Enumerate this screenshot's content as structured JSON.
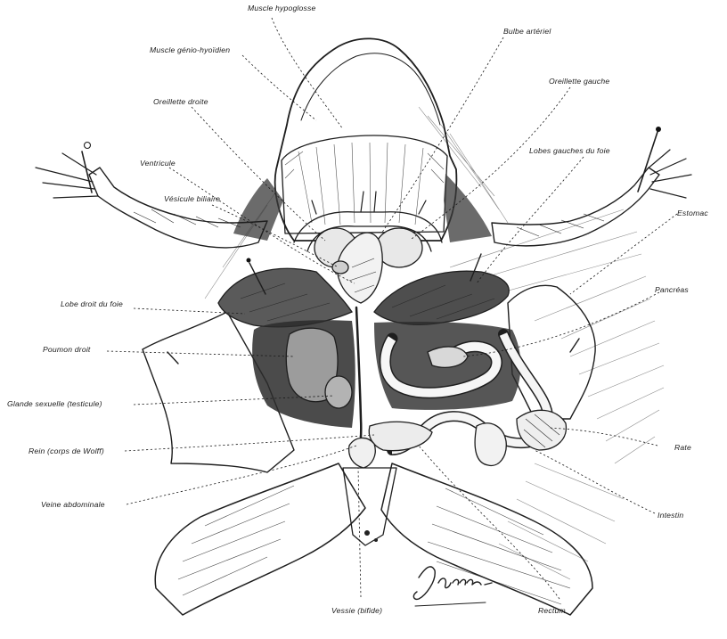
{
  "labels": {
    "muscle_hypoglosse": "Muscle hypoglosse",
    "bulbe_arteriel": "Bulbe artériel",
    "muscle_genio_hyoidien": "Muscle génio-hyoïdien",
    "oreillette_gauche": "Oreillette gauche",
    "oreillette_droite": "Oreillette droite",
    "lobes_gauches_du_foie": "Lobes gauches du foie",
    "ventricule": "Ventricule",
    "estomac": "Estomac",
    "vesicule_biliaire": "Vésicule biliaire",
    "pancreas": "Pancréas",
    "lobe_droit_du_foie": "Lobe droit du foie",
    "poumon_droit": "Poumon droit",
    "glande_sexuelle": "Glande sexuelle (testicule)",
    "rate": "Rate",
    "rein": "Rein (corps de Wolff)",
    "veine_abdominale": "Veine abdominale",
    "intestin": "Intestin",
    "rectum": "Rectum",
    "vessie": "Vessie (bifide)"
  },
  "signature": "L. Jammes"
}
